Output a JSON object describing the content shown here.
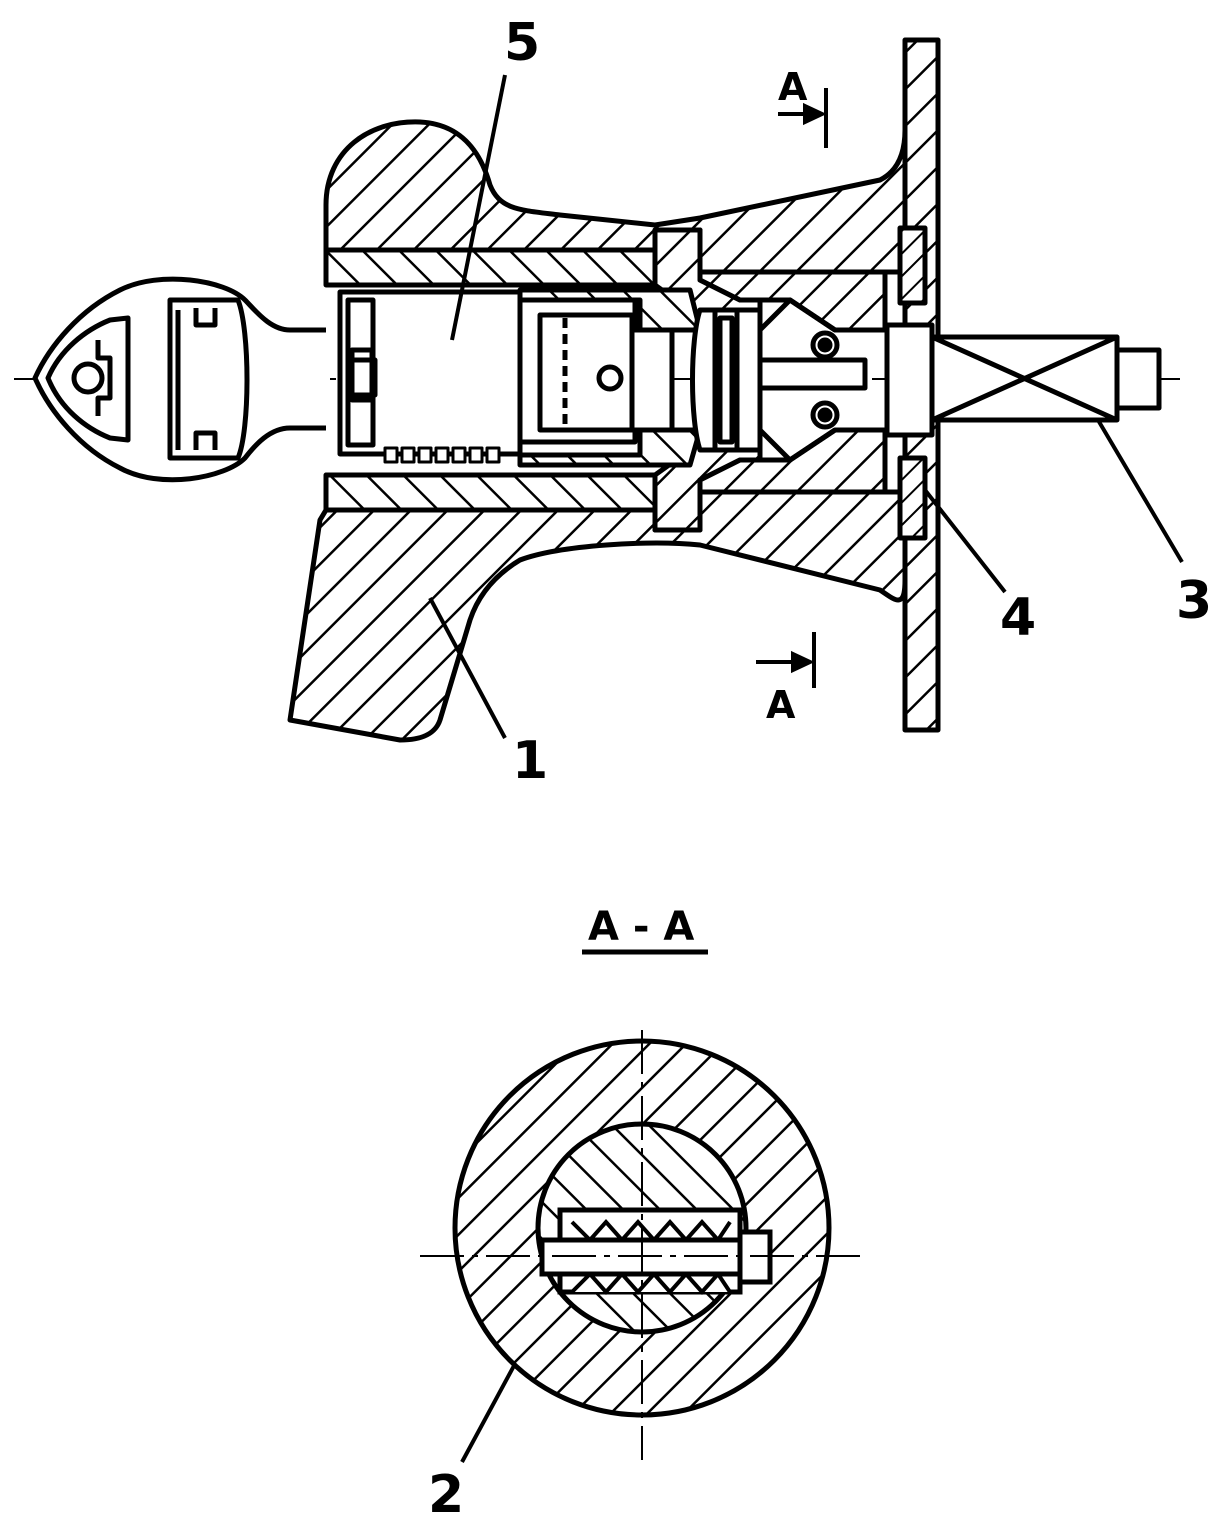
{
  "labels": {
    "part1": "1",
    "part2": "2",
    "part3": "3",
    "part4": "4",
    "part5": "5",
    "section_mark_top": "A",
    "section_mark_bottom": "A",
    "section_title": "A - A"
  },
  "colors": {
    "ink": "#000000",
    "paper": "#ffffff"
  }
}
